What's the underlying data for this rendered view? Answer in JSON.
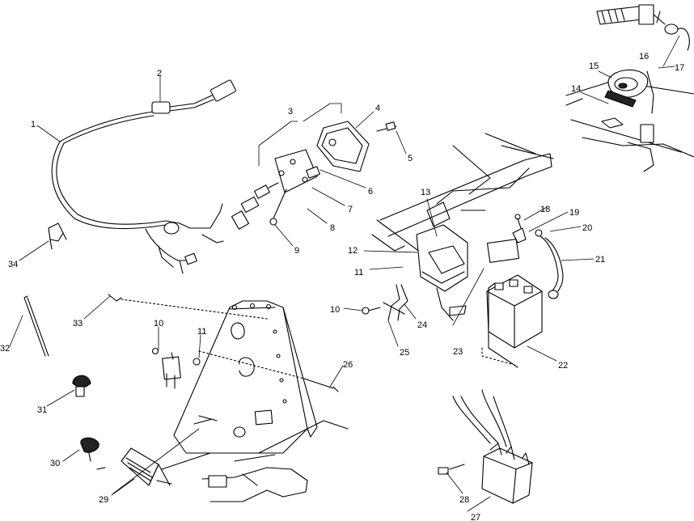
{
  "callouts": [
    {
      "n": "1"
    },
    {
      "n": "2"
    },
    {
      "n": "3"
    },
    {
      "n": "4"
    },
    {
      "n": "5"
    },
    {
      "n": "6"
    },
    {
      "n": "7"
    },
    {
      "n": "8"
    },
    {
      "n": "9"
    },
    {
      "n": "10"
    },
    {
      "n": "11"
    },
    {
      "n": "12"
    },
    {
      "n": "13"
    },
    {
      "n": "14"
    },
    {
      "n": "15"
    },
    {
      "n": "16"
    },
    {
      "n": "17"
    },
    {
      "n": "18"
    },
    {
      "n": "19"
    },
    {
      "n": "20"
    },
    {
      "n": "21"
    },
    {
      "n": "22"
    },
    {
      "n": "23"
    },
    {
      "n": "24"
    },
    {
      "n": "25"
    },
    {
      "n": "26"
    },
    {
      "n": "27"
    },
    {
      "n": "28"
    },
    {
      "n": "29"
    },
    {
      "n": "30"
    },
    {
      "n": "31"
    },
    {
      "n": "32"
    },
    {
      "n": "33"
    },
    {
      "n": "34"
    },
    {
      "n": "10"
    },
    {
      "n": "11"
    }
  ]
}
